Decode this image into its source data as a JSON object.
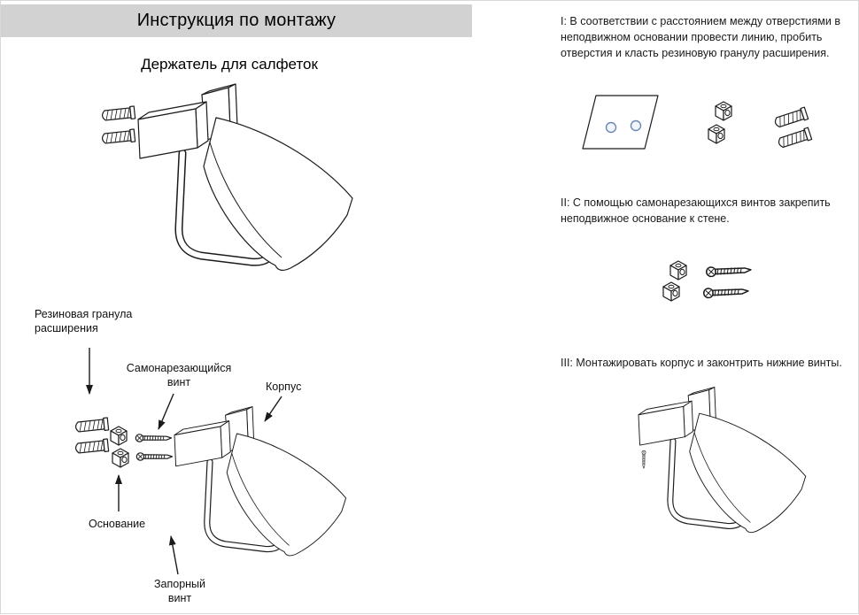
{
  "header": {
    "title": "Инструкция по монтажу"
  },
  "product": {
    "title": "Держатель для салфеток"
  },
  "diagram_labels": {
    "rubber_granule": "Резиновая гранула расширения",
    "self_tapping_screw": "Самонарезающийся винт",
    "body": "Корпус",
    "base": "Основание",
    "locking_screw": "Запорный винт"
  },
  "steps": [
    {
      "text": "I: В соответствии с расстоянием между отверстиями в неподвижном основании провести линию, пробить отверстия и класть резиновую гранулу расширения."
    },
    {
      "text": "II: С помощью самонарезающихся винтов закрепить неподвижное основание к стене."
    },
    {
      "text": "III: Монтажировать корпус и законтрить нижние винты."
    }
  ],
  "colors": {
    "header_background": "#d2d2d2",
    "line_art": "#1a1a1a",
    "hole_ring_blue": "#6d86b4",
    "page_background": "#ffffff"
  }
}
